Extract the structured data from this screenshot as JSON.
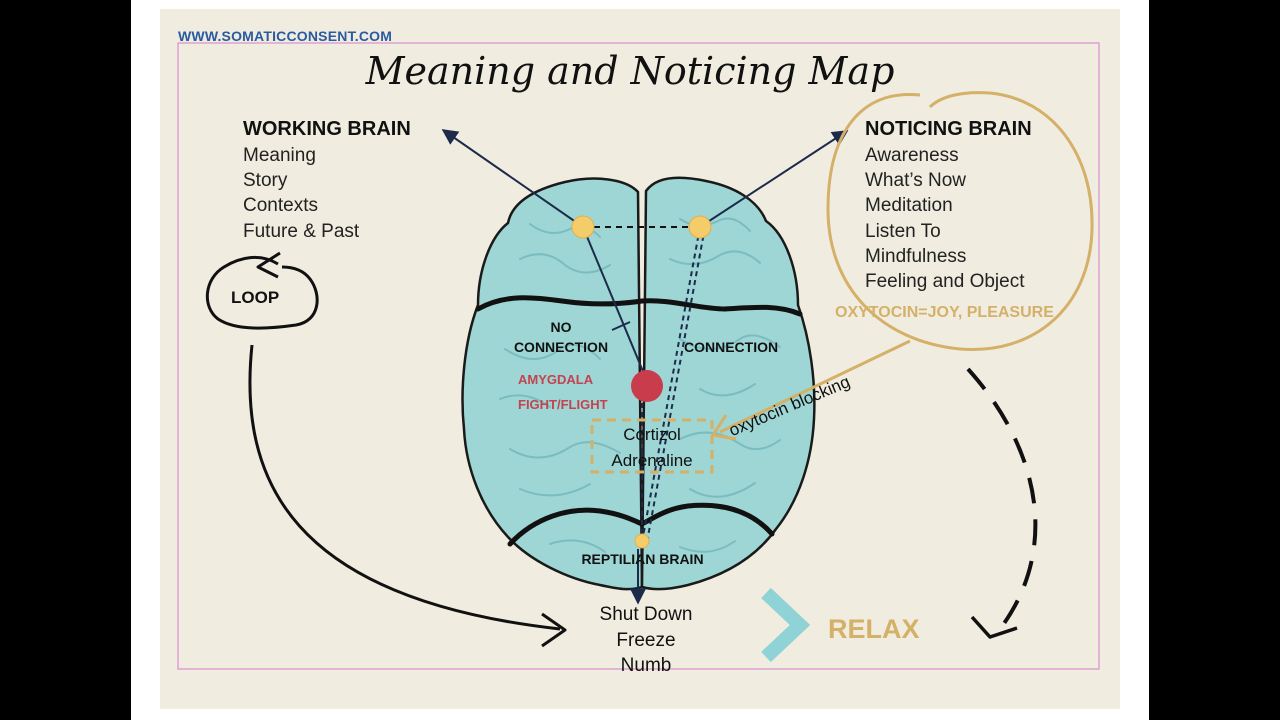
{
  "site_url": "WWW.SOMATICCONSENT.COM",
  "title": "Meaning and Noticing Map",
  "working_brain": {
    "heading": "WORKING BRAIN",
    "items": [
      "Meaning",
      "Story",
      "Contexts",
      "Future & Past"
    ]
  },
  "noticing_brain": {
    "heading": "NOTICING BRAIN",
    "items": [
      "Awareness",
      "What’s Now",
      "Meditation",
      "Listen To",
      "Mindfulness",
      "Feeling and Object"
    ]
  },
  "oxytocin_joy": "OXYTOCIN=JOY, PLEASURE",
  "loop_label": "LOOP",
  "no_connection": [
    "NO",
    "CONNECTION"
  ],
  "connection": "CONNECTION",
  "amygdala": [
    "AMYGDALA",
    "FIGHT/FLIGHT"
  ],
  "hormones": [
    "Cortizol",
    "Adrenaline"
  ],
  "oxytocin_blocking": "oxytocin blocking",
  "reptilian_brain": "REPTILIAN BRAIN",
  "shutdown_items": [
    "Shut Down",
    "Freeze",
    "Numb"
  ],
  "relax": "RELAX",
  "colors": {
    "brain_fill": "#9dd6d4",
    "node_yellow": "#f5cc6a",
    "amygdala_red": "#c93c4c",
    "gold": "#d4b068",
    "chevron_teal": "#8fd3d6",
    "frame_pink": "#d88fd0"
  }
}
